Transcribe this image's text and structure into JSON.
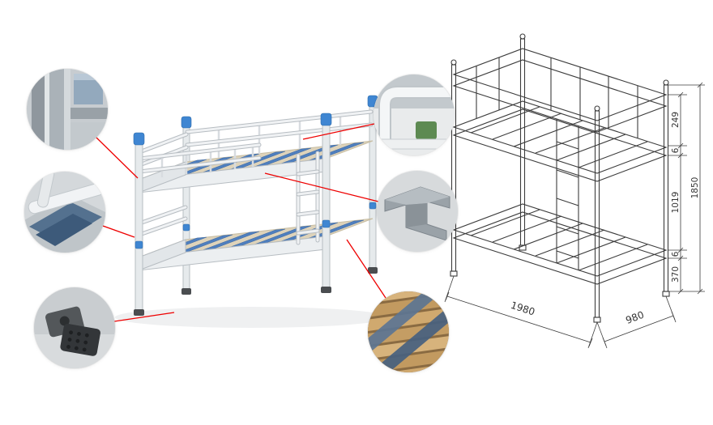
{
  "diagram": {
    "kind": "product-feature-diagram",
    "subject": "metal frame bunk bed with detail callouts and dimensioned technical drawing"
  },
  "callouts": [
    {
      "id": "frame-tube-corner-detail"
    },
    {
      "id": "bed-frame-slat-corner-detail"
    },
    {
      "id": "plastic-foot-pads-detail"
    },
    {
      "id": "guardrail-bend-detail"
    },
    {
      "id": "steel-connector-bracket-detail"
    },
    {
      "id": "wood-slat-straps-detail"
    }
  ],
  "dimensions": {
    "guardrail_height": "249",
    "upper_gap": "6",
    "bunk_clearance": "1019",
    "overall_height": "1850",
    "lower_gap": "6",
    "base_height": "370",
    "bed_length": "1980",
    "bed_width": "980"
  },
  "colors": {
    "callout-line": "#ee0000",
    "tech-line": "#3c3c3c",
    "dim-text": "#333333",
    "slat-blue": "#4f7fbe",
    "cap-blue": "#3f86d2",
    "frame-grey": "#eceff1",
    "frame-stroke": "#b7bdc2"
  }
}
